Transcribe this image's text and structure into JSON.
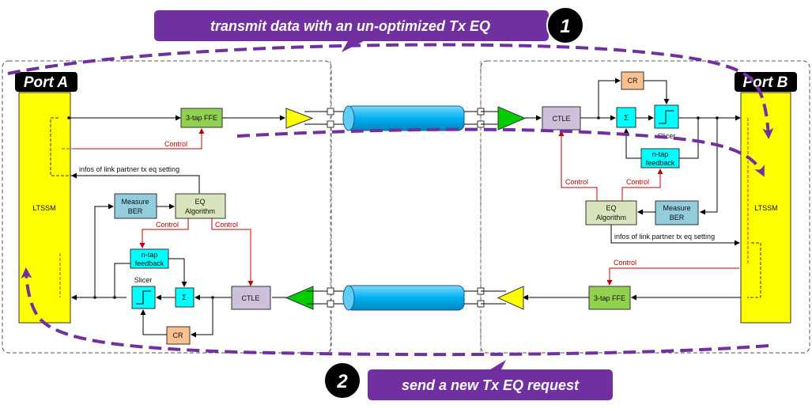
{
  "callouts": {
    "top_text": "transmit data with an un-optimized Tx EQ",
    "top_number": "1",
    "bottom_text": "send a new Tx EQ request",
    "bottom_number": "2"
  },
  "port_a": {
    "title": "Port A",
    "ltssm": "LTSSM",
    "tx_ffe": "3-tap FFE",
    "control_tx": "Control",
    "info_label": "infos of link partner tx eq setting",
    "measure_ber": [
      "Measure",
      "BER"
    ],
    "eq_algorithm": [
      "EQ",
      "Algorithm"
    ],
    "control_left": "Control",
    "control_right": "Control",
    "n_tap_feedback": [
      "n-tap",
      "feedback"
    ],
    "slicer": "Slicer",
    "sum": "Σ",
    "ctle": "CTLE",
    "cr": "CR"
  },
  "port_b": {
    "title": "Port B",
    "ltssm": "LTSSM",
    "ctle": "CTLE",
    "cr": "CR",
    "sum": "Σ",
    "slicer": "Slicer",
    "n_tap_feedback": [
      "n-tap",
      "feedback"
    ],
    "control_left": "Control",
    "control_right": "Control",
    "eq_algorithm": [
      "EQ",
      "Algorithm"
    ],
    "measure_ber": [
      "Measure",
      "BER"
    ],
    "info_label": "infos of link partner tx eq setting",
    "control_tx": "Control",
    "tx_ffe": "3-tap FFE"
  },
  "colors": {
    "ltssm": "#ffff00",
    "ffe": "#92d050",
    "ctle": "#ccc0da",
    "cr": "#fac090",
    "sum_slicer": "#00ffff",
    "measure": "#93cddd",
    "eq_algo": "#d7e4bc",
    "cable": "#00b0f0",
    "driver": "#ffff00",
    "receiver": "#00cc00",
    "purple": "#7030a0",
    "control_red": "#c00000"
  }
}
